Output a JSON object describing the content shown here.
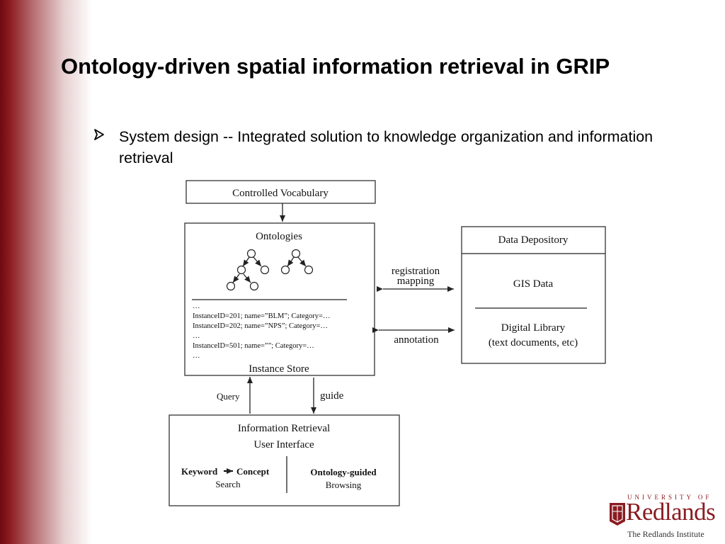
{
  "slide": {
    "title": "Ontology-driven spatial information retrieval in GRIP",
    "bullet": "System design -- Integrated solution to knowledge organization and information retrieval",
    "bullet_icon": "arrowhead-bullet"
  },
  "diagram": {
    "controlled_vocabulary": "Controlled Vocabulary",
    "ontologies": "Ontologies",
    "instances": [
      "…",
      "InstanceID=201; name=”BLM”; Category=…",
      "InstanceID=202; name=”NPS”; Category=…",
      "…",
      "InstanceID=501; name=””; Category=…",
      "…"
    ],
    "instance_store": "Instance Store",
    "data_depository": "Data Depository",
    "gis_data": "GIS Data",
    "digital_library": "Digital Library",
    "digital_library_note": "(text documents, etc)",
    "registration": "registration",
    "mapping": "mapping",
    "annotation": "annotation",
    "query": "Query",
    "guide": "guide",
    "ir_title": "Information Retrieval",
    "ir_subtitle": "User Interface",
    "keyword": "Keyword",
    "concept": "Concept",
    "search": "Search",
    "ontology_guided": "Ontology-guided",
    "browsing": "Browsing"
  },
  "logo": {
    "university_of": "UNIVERSITY OF",
    "name": "Redlands",
    "institute": "The Redlands Institute"
  },
  "colors": {
    "brand": "#8a1c22",
    "sidebar_dark": "#6e0a12"
  }
}
